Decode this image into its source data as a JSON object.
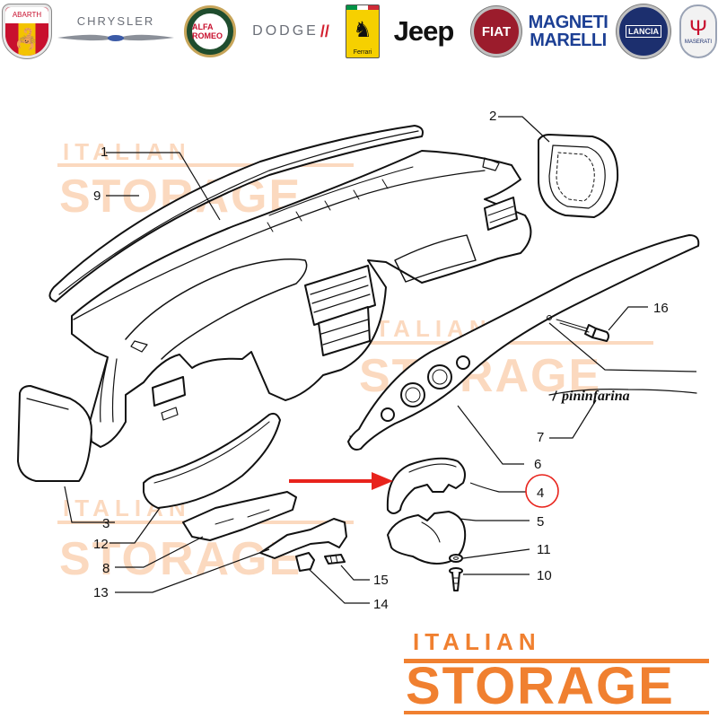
{
  "brands": {
    "abarth": "ABARTH",
    "chrysler": "CHRYSLER",
    "alfa_romeo": "ALFA ROMEO",
    "dodge": "DODGE",
    "ferrari": "Ferrari",
    "jeep": "Jeep",
    "fiat": "FIAT",
    "magneti_marelli_line1": "MAGNETI",
    "magneti_marelli_line2": "MARELLI",
    "lancia": "LANCIA",
    "maserati": "MASERATI"
  },
  "callouts": {
    "c1": "1",
    "c2": "2",
    "c3": "3",
    "c4": "4",
    "c5": "5",
    "c6": "6",
    "c7": "7",
    "c8": "8",
    "c9": "9",
    "c10": "10",
    "c11": "11",
    "c12": "12",
    "c13": "13",
    "c14": "14",
    "c15": "15",
    "c16": "16"
  },
  "badge_script": "pininfarina",
  "highlighted_callout": "4",
  "watermark": {
    "line1": "ITALIAN",
    "line2": "STORAGE"
  },
  "footer_logo": {
    "line1": "ITALIAN",
    "line2": "STORAGE"
  },
  "colors": {
    "arrow": "#e8231c",
    "highlight_circle": "#e8231c",
    "logo_orange": "#f08030",
    "watermark_orange": "#f5a566"
  }
}
